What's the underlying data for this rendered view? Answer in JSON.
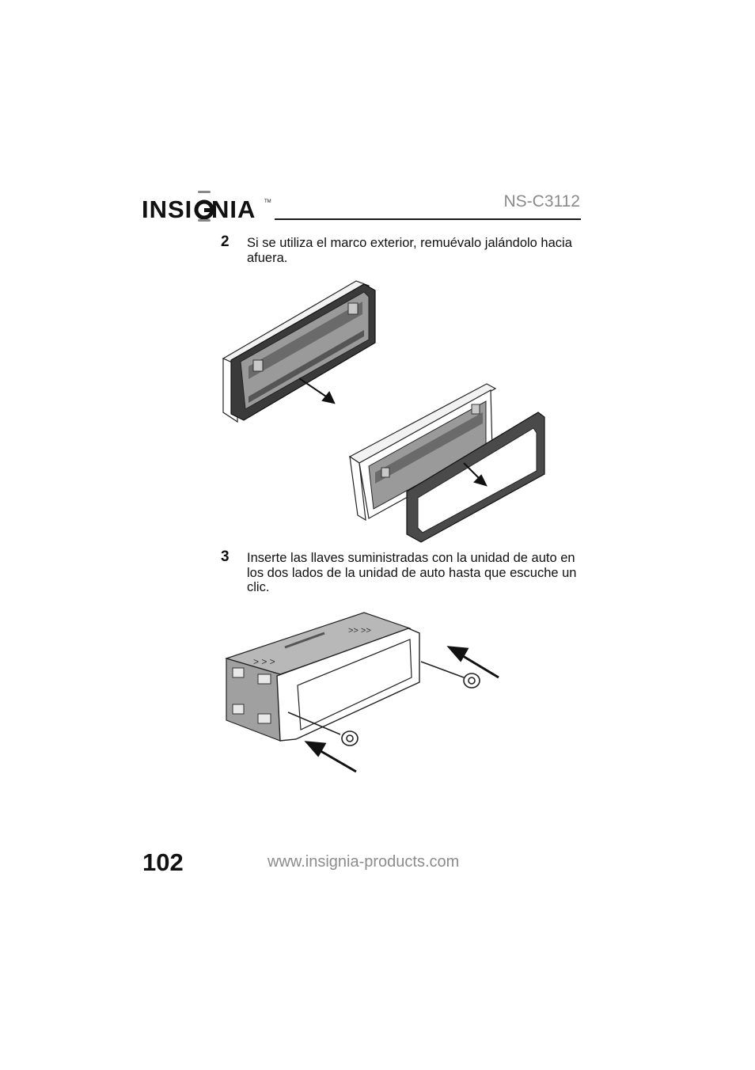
{
  "header": {
    "brand": "INSIGNIA",
    "model": "NS-C3112"
  },
  "steps": [
    {
      "number": "2",
      "text": "Si se utiliza el marco exterior, remuévalo jalándolo hacia afuera."
    },
    {
      "number": "3",
      "text": "Inserte las llaves suministradas con la unidad de auto en los dos lados de la unidad de auto hasta que escuche un clic."
    }
  ],
  "footer": {
    "page_number": "102",
    "url": "www.insignia-products.com"
  }
}
